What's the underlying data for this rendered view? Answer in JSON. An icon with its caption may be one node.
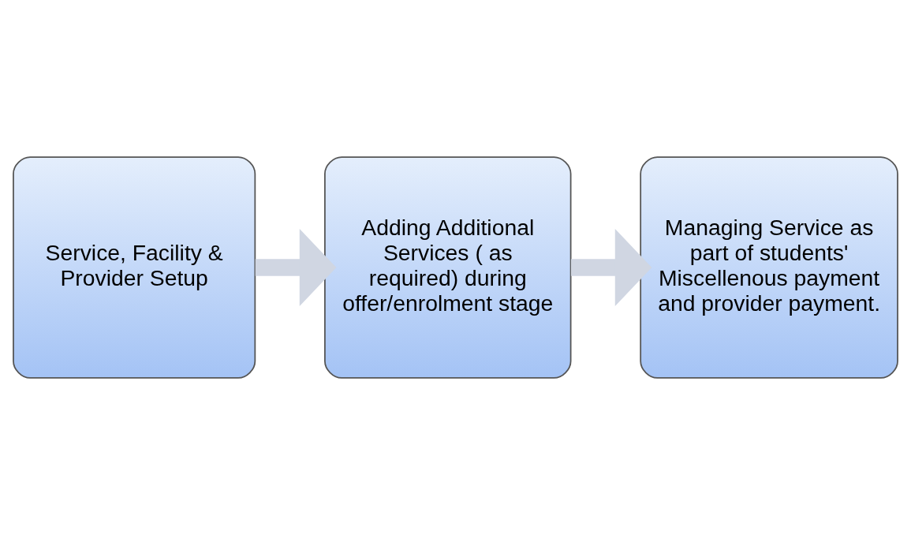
{
  "diagram": {
    "nodes": [
      {
        "text": [
          "Service, Facility & Provider Setup"
        ]
      },
      {
        "text": [
          "Adding Additional Services ( as required) during offer/enrolment stage"
        ]
      },
      {
        "text": [
          "Managing Service as part of students' Miscellenous payment and provider payment."
        ]
      }
    ],
    "edges": [
      {
        "from": 0,
        "to": 1,
        "arrow": "to",
        "color": "#d0d6e2"
      },
      {
        "from": 1,
        "to": 2,
        "arrow": "to",
        "color": "#d0d6e2"
      }
    ]
  }
}
